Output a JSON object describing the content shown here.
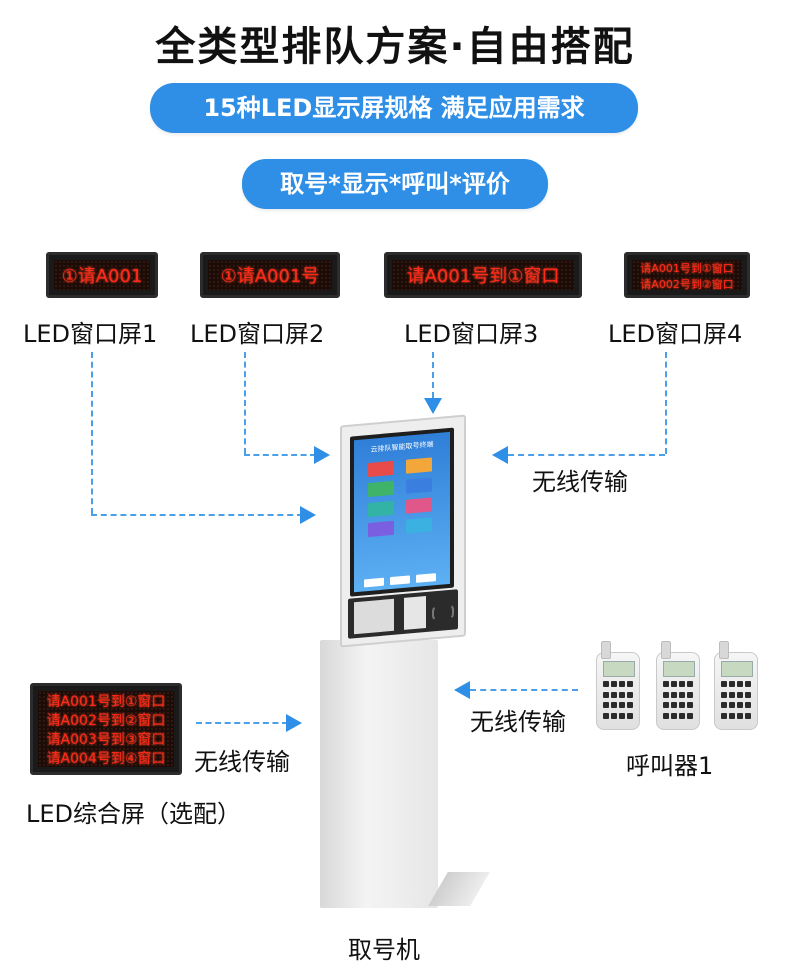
{
  "title": "全类型排队方案·自由搭配",
  "banner1": "15种LED显示屏规格  满足应用需求",
  "banner2": "取号*显示*呼叫*评价",
  "led_screens": [
    {
      "lines": [
        "①请A001"
      ],
      "caption": "LED窗口屏1"
    },
    {
      "lines": [
        "①请A001号"
      ],
      "caption": "LED窗口屏2"
    },
    {
      "lines": [
        "请A001号到①窗口"
      ],
      "caption": "LED窗口屏3"
    },
    {
      "lines": [
        "请A001号到①窗口",
        "请A002号到②窗口"
      ],
      "caption": "LED窗口屏4"
    }
  ],
  "combo_screen": {
    "lines": [
      "请A001号到①窗口",
      "请A002号到②窗口",
      "请A003号到③窗口",
      "请A004号到④窗口"
    ],
    "caption": "LED综合屏（选配）"
  },
  "wireless_label_right": "无线传输",
  "wireless_label_pager": "无线传输",
  "wireless_label_combo": "无线传输",
  "kiosk_caption": "取号机",
  "kiosk_screen_title": "云排队智能取号终端",
  "pager_caption": "呼叫器1",
  "colors": {
    "accent": "#2f8fe6",
    "led_text": "#ff2a1a"
  }
}
